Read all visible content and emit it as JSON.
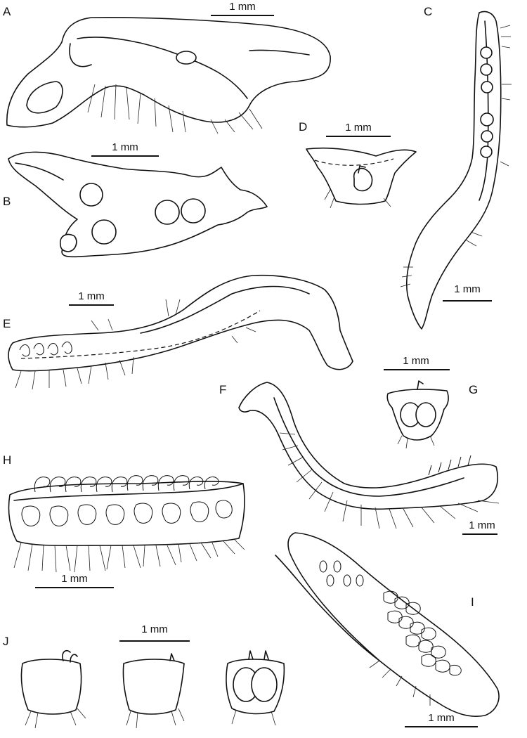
{
  "panels": [
    {
      "id": "A",
      "label": "A",
      "scale": "1 mm"
    },
    {
      "id": "B",
      "label": "B",
      "scale": "1 mm"
    },
    {
      "id": "C",
      "label": "C",
      "scale": "1 mm"
    },
    {
      "id": "D",
      "label": "D",
      "scale": "1 mm"
    },
    {
      "id": "E",
      "label": "E",
      "scale": "1 mm"
    },
    {
      "id": "F",
      "label": "F",
      "scale": "1 mm"
    },
    {
      "id": "G",
      "label": "G",
      "scale": "1 mm"
    },
    {
      "id": "H",
      "label": "H",
      "scale": "1 mm"
    },
    {
      "id": "I",
      "label": "I",
      "scale": "1 mm"
    },
    {
      "id": "J",
      "label": "J",
      "scale": "1 mm"
    }
  ]
}
